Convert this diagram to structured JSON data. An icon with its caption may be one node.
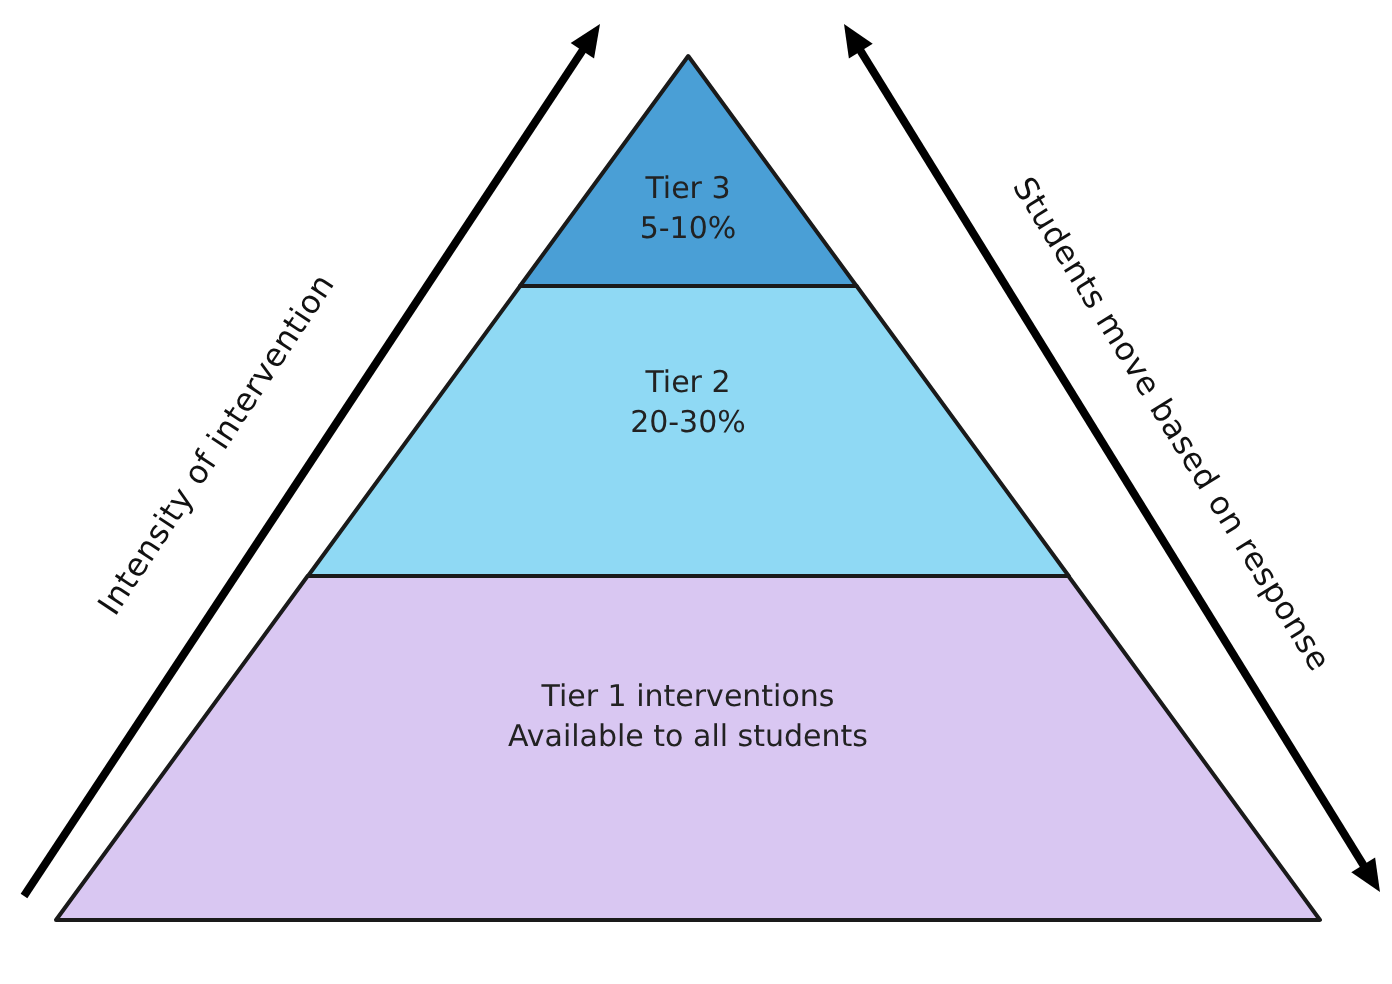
{
  "diagram": {
    "nodes": [
      {
        "text": [
          "Tier 3",
          "5-10%"
        ]
      },
      {
        "text": [
          "Tier 2",
          "20-30%"
        ]
      },
      {
        "text": [
          "Tier 1 interventions",
          "Available to all students"
        ]
      }
    ],
    "labels": [
      "Intensity of intervention",
      "Students move based on response"
    ]
  }
}
